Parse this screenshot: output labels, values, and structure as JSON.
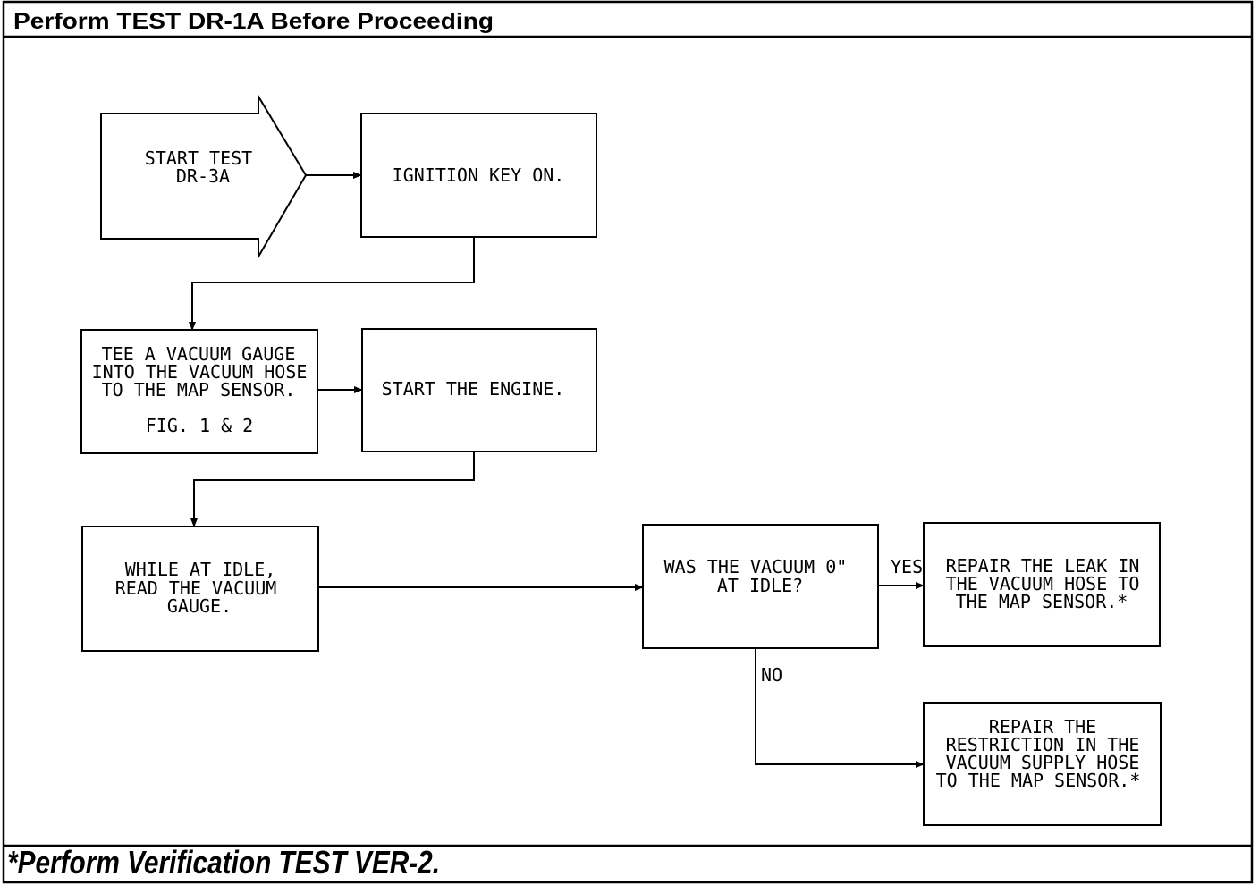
{
  "header": {
    "title": "Perform TEST DR-1A Before Proceeding"
  },
  "footer": {
    "note": "*Perform Verification TEST VER-2."
  },
  "flowchart": {
    "start": {
      "lines": [
        "START TEST",
        "DR-3A"
      ]
    },
    "ignition": {
      "lines": [
        "IGNITION KEY ON."
      ]
    },
    "tee_gauge": {
      "lines": [
        "TEE A VACUUM GAUGE",
        "INTO THE VACUUM HOSE",
        "TO THE MAP SENSOR.",
        "FIG. 1 & 2"
      ]
    },
    "start_engine": {
      "lines": [
        "START THE ENGINE."
      ]
    },
    "read_gauge": {
      "lines": [
        "WHILE AT IDLE,",
        "READ THE VACUUM",
        "GAUGE."
      ]
    },
    "decision": {
      "lines": [
        "WAS THE VACUUM 0\"",
        "AT IDLE?"
      ]
    },
    "repair_leak": {
      "lines": [
        "REPAIR THE LEAK IN",
        "THE VACUUM HOSE TO",
        "THE MAP SENSOR.*"
      ]
    },
    "repair_restriction": {
      "lines": [
        "REPAIR THE",
        "RESTRICTION IN THE",
        "VACUUM SUPPLY HOSE",
        "TO THE MAP SENSOR.*"
      ]
    },
    "yes_label": "YES",
    "no_label": "NO"
  }
}
